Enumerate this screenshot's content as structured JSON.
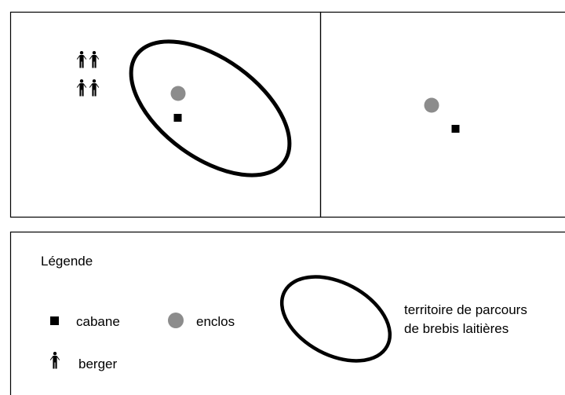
{
  "legend": {
    "title": "Légende",
    "items": {
      "hut": "cabane",
      "enclosure": "enclos",
      "shepherd": "berger",
      "territory_line1": "territoire de parcours",
      "territory_line2": "de brebis laitières"
    }
  },
  "panels": {
    "left": {
      "shepherd_count": 4,
      "shows_territory": true,
      "shows_enclosure": true,
      "shows_hut": true
    },
    "right": {
      "shepherd_count": 0,
      "shows_territory": false,
      "shows_enclosure": true,
      "shows_hut": true
    }
  },
  "colors": {
    "outline": "#000000",
    "enclosure": "#8c8c8c",
    "hut": "#000000",
    "shepherd": "#000000"
  },
  "icons": {
    "hut": "filled-square-icon",
    "enclosure": "grey-circle-icon",
    "shepherd": "shepherd-figure-icon",
    "territory": "ellipse-outline-icon"
  }
}
